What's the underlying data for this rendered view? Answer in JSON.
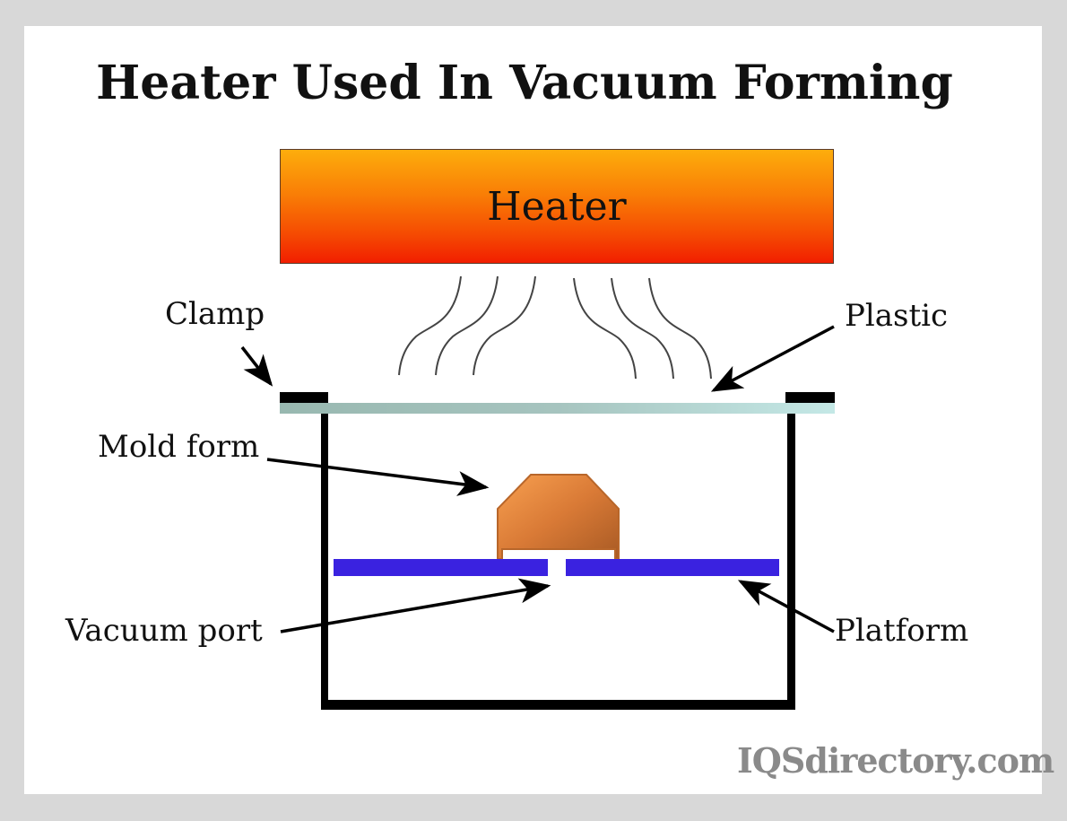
{
  "title": "Heater Used In Vacuum Forming",
  "heater": {
    "label": "Heater"
  },
  "labels": {
    "clamp": "Clamp",
    "plastic": "Plastic",
    "mold_form": "Mold form",
    "vacuum_port": "Vacuum port",
    "platform": "Platform"
  },
  "watermark": "IQSdirectory.com",
  "colors": {
    "heater_top": "#fdad0c",
    "heater_bottom": "#f21e00",
    "plastic_left": "#98b8b0",
    "plastic_right": "#c4e8e6",
    "platform": "#3a22e0",
    "mold_light": "#f4994c",
    "mold_dark": "#a85a24",
    "frame_bg": "#d8d8d8"
  }
}
